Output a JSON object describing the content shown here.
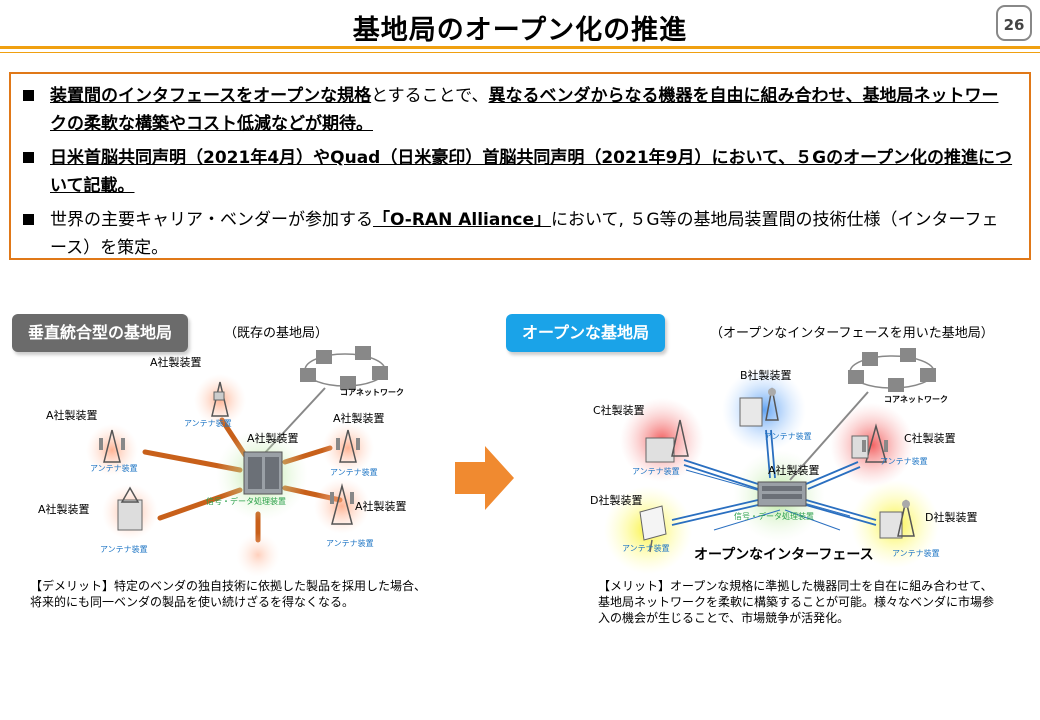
{
  "title": "基地局のオープン化の推進",
  "page_number": "26",
  "bullets": [
    {
      "parts": [
        {
          "text": "装置間のインタフェースをオープンな規格",
          "bold": true
        },
        {
          "text": "とすることで、",
          "bold": false
        },
        {
          "text": "異なるベンダからなる機器を自由に組み合わせ、基地局ネットワークの柔軟な構築やコスト低減などが期待。",
          "bold": true
        }
      ]
    },
    {
      "parts": [
        {
          "text": "日米首脳共同声明（2021年4月）やQuad（日米豪印）首脳共同声明（2021年9月）において、５Gのオープン化の推進について記載。",
          "bold": true
        }
      ]
    },
    {
      "parts": [
        {
          "text": "世界の主要キャリア・ベンダーが参加する",
          "bold": false
        },
        {
          "text": "「O-RAN Alliance」",
          "bold": true
        },
        {
          "text": "において, ５G等の基地局装置間の技術仕様（インターフェース）を策定。",
          "bold": false
        }
      ]
    }
  ],
  "left": {
    "label": "垂直統合型の基地局",
    "sublabel": "（既存の基地局）",
    "vendor_label": "A社製装置",
    "antenna_label": "アンテナ装置",
    "processing_label": "信号・データ処理装置",
    "core_label": "コアネットワーク",
    "caption": "【デメリット】特定のベンダの独自技術に依拠した製品を採用した場合、将来的にも同一ベンダの製品を使い続けざるを得なくなる。"
  },
  "right": {
    "label": "オープンな基地局",
    "sublabel": "（オープンなインターフェースを用いた基地局）",
    "vendor_b": "B社製装置",
    "vendor_c": "C社製装置",
    "vendor_a": "A社製装置",
    "vendor_d": "D社製装置",
    "antenna_label": "アンテナ装置",
    "processing_label": "信号・データ処理装置",
    "core_label": "コアネットワーク",
    "interface_label": "オープンなインターフェース",
    "caption": "【メリット】オープンな規格に準拠した機器同士を自在に組み合わせて、基地局ネットワークを柔軟に構築することが可能。様々なベンダに市場参入の機会が生じることで、市場競争が活発化。"
  },
  "colors": {
    "accent_orange": "#e07818",
    "title_rule": "#f0a010",
    "pill_gray": "#6b6b6b",
    "pill_blue": "#1aa3e8",
    "link_orange": "#c8601a",
    "link_blue": "#2a6fc0"
  }
}
